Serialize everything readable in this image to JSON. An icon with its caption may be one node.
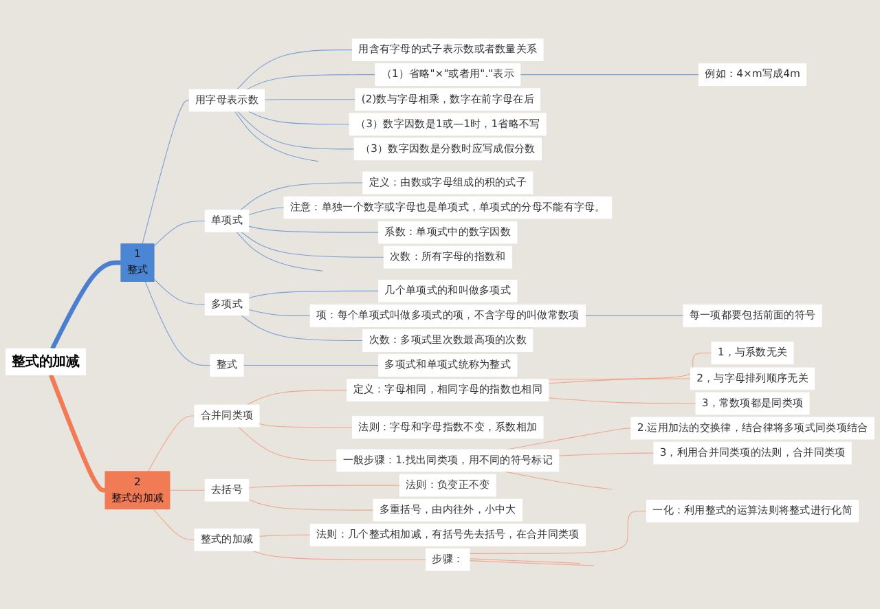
{
  "diagram": {
    "nodes": [
      {
        "text": [
          "整式的加减"
        ]
      },
      {
        "text": [
          "1",
          "整式"
        ]
      },
      {
        "text": [
          "用字母表示数"
        ]
      },
      {
        "text": [
          "用含有字母的式子表示数或者数量关系"
        ]
      },
      {
        "text": [
          "（1）省略\"×\"或者用\".\"表示"
        ]
      },
      {
        "text": [
          "例如：4×m写成4m"
        ]
      },
      {
        "text": [
          "(2)数与字母相乘，数字在前字母在后"
        ]
      },
      {
        "text": [
          "（3）数字因数是1或—1时，1省略不写"
        ]
      },
      {
        "text": [
          "（3）数字因数是分数时应写成假分数"
        ]
      },
      {
        "text": [
          "单项式"
        ]
      },
      {
        "text": [
          "定义：由数或字母组成的积的式子"
        ]
      },
      {
        "text": [
          "注意：单独一个数字或字母也是单项式，单项式的分母不能有字母。"
        ]
      },
      {
        "text": [
          "系数：单项式中的数字因数"
        ]
      },
      {
        "text": [
          "次数：所有字母的指数和"
        ]
      },
      {
        "text": [
          "多项式"
        ]
      },
      {
        "text": [
          "几个单项式的和叫做多项式"
        ]
      },
      {
        "text": [
          "项：每个单项式叫做多项式的项，不含字母的叫做常数项"
        ]
      },
      {
        "text": [
          "每一项都要包括前面的符号"
        ]
      },
      {
        "text": [
          "次数：多项式里次数最高项的次数"
        ]
      },
      {
        "text": [
          "整式"
        ]
      },
      {
        "text": [
          "多项式和单项式统称为整式"
        ]
      },
      {
        "text": [
          "2",
          "整式的加减"
        ]
      },
      {
        "text": [
          "合并同类项"
        ]
      },
      {
        "text": [
          "定义：字母相同，相同字母的指数也相同"
        ]
      },
      {
        "text": [
          "1，与系数无关"
        ]
      },
      {
        "text": [
          "2，与字母排列顺序无关"
        ]
      },
      {
        "text": [
          "3，常数项都是同类项"
        ]
      },
      {
        "text": [
          "法则：字母和字母指数不变，系数相加"
        ]
      },
      {
        "text": [
          "一般步骤：1.找出同类项，用不同的符号标记"
        ]
      },
      {
        "text": [
          "2.运用加法的交换律，结合律将多项式同类项结合"
        ]
      },
      {
        "text": [
          "3，利用合并同类项的法则，合并同类项"
        ]
      },
      {
        "text": [
          "去括号"
        ]
      },
      {
        "text": [
          "法则：负变正不变"
        ]
      },
      {
        "text": [
          "多重括号，由内往外，小中大"
        ]
      },
      {
        "text": [
          "整式的加减"
        ]
      },
      {
        "text": [
          "法则：几个整式相加减，有括号先去括号，在合并同类项"
        ]
      },
      {
        "text": [
          "步骤："
        ]
      },
      {
        "text": [
          "一化：利用整式的运算法则将整式进行化简"
        ]
      }
    ],
    "edges": [
      {
        "from": 0,
        "to": 1,
        "arrow": "none",
        "style": "thick",
        "color": "#4a7fd0"
      },
      {
        "from": 1,
        "to": 2,
        "arrow": "none",
        "color": "#7a9fd6"
      },
      {
        "from": 2,
        "to": 3,
        "arrow": "none",
        "color": "#7a9fd6"
      },
      {
        "from": 2,
        "to": 4,
        "arrow": "none",
        "color": "#7a9fd6"
      },
      {
        "from": 4,
        "to": 5,
        "arrow": "none",
        "color": "#7a9fd6"
      },
      {
        "from": 2,
        "to": 6,
        "arrow": "none",
        "color": "#7a9fd6"
      },
      {
        "from": 2,
        "to": 7,
        "arrow": "none",
        "color": "#7a9fd6"
      },
      {
        "from": 2,
        "to": 8,
        "arrow": "none",
        "color": "#7a9fd6"
      },
      {
        "from": 2,
        "to": null,
        "arrow": "none",
        "color": "#7a9fd6"
      },
      {
        "from": 1,
        "to": 9,
        "arrow": "none",
        "color": "#7a9fd6"
      },
      {
        "from": 9,
        "to": 10,
        "arrow": "none",
        "color": "#7a9fd6"
      },
      {
        "from": 9,
        "to": 11,
        "arrow": "none",
        "color": "#7a9fd6"
      },
      {
        "from": 9,
        "to": 12,
        "arrow": "none",
        "color": "#7a9fd6"
      },
      {
        "from": 9,
        "to": 13,
        "arrow": "none",
        "color": "#7a9fd6"
      },
      {
        "from": 9,
        "to": null,
        "arrow": "none",
        "color": "#7a9fd6"
      },
      {
        "from": 1,
        "to": 14,
        "arrow": "none",
        "color": "#7a9fd6"
      },
      {
        "from": 14,
        "to": 15,
        "arrow": "none",
        "color": "#7a9fd6"
      },
      {
        "from": 14,
        "to": 16,
        "arrow": "none",
        "color": "#7a9fd6"
      },
      {
        "from": 16,
        "to": 17,
        "arrow": "none",
        "color": "#7a9fd6"
      },
      {
        "from": 14,
        "to": 18,
        "arrow": "none",
        "color": "#7a9fd6"
      },
      {
        "from": 1,
        "to": 19,
        "arrow": "none",
        "color": "#7a9fd6"
      },
      {
        "from": 19,
        "to": 20,
        "arrow": "none",
        "color": "#7a9fd6"
      },
      {
        "from": 0,
        "to": 21,
        "arrow": "none",
        "style": "thick",
        "color": "#f07b55"
      },
      {
        "from": 21,
        "to": 22,
        "arrow": "none",
        "color": "#f0a58c"
      },
      {
        "from": 22,
        "to": 23,
        "arrow": "none",
        "color": "#f0a58c"
      },
      {
        "from": 23,
        "to": 24,
        "arrow": "none",
        "color": "#f0a58c"
      },
      {
        "from": 23,
        "to": 25,
        "arrow": "none",
        "color": "#f0a58c"
      },
      {
        "from": 23,
        "to": 26,
        "arrow": "none",
        "color": "#f0a58c"
      },
      {
        "from": 22,
        "to": 27,
        "arrow": "none",
        "color": "#f0a58c"
      },
      {
        "from": 22,
        "to": 28,
        "arrow": "none",
        "color": "#f0a58c"
      },
      {
        "from": 28,
        "to": 29,
        "arrow": "none",
        "color": "#f0a58c"
      },
      {
        "from": 28,
        "to": 30,
        "arrow": "none",
        "color": "#f0a58c"
      },
      {
        "from": 28,
        "to": null,
        "arrow": "none",
        "color": "#f0a58c"
      },
      {
        "from": 21,
        "to": 31,
        "arrow": "none",
        "color": "#f0a58c"
      },
      {
        "from": 31,
        "to": 32,
        "arrow": "none",
        "color": "#f0a58c"
      },
      {
        "from": 31,
        "to": 33,
        "arrow": "none",
        "color": "#f0a58c"
      },
      {
        "from": 21,
        "to": 34,
        "arrow": "none",
        "color": "#f0a58c"
      },
      {
        "from": 34,
        "to": 35,
        "arrow": "none",
        "color": "#f0a58c"
      },
      {
        "from": 34,
        "to": 36,
        "arrow": "none",
        "color": "#f0a58c"
      },
      {
        "from": 36,
        "to": 37,
        "arrow": "none",
        "color": "#f0a58c"
      },
      {
        "from": 36,
        "to": null,
        "arrow": "none",
        "color": "#f0a58c"
      },
      {
        "from": 36,
        "to": null,
        "arrow": "none",
        "color": "#f0a58c"
      }
    ]
  }
}
